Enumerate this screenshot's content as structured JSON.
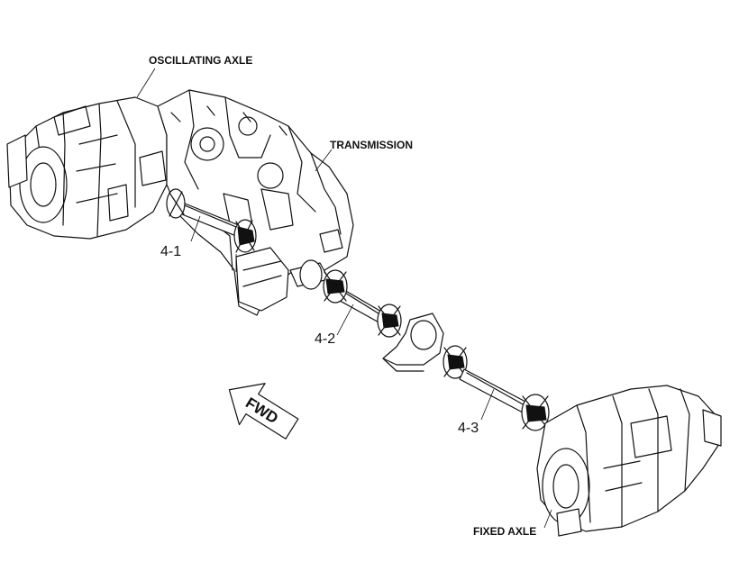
{
  "labels": {
    "oscillating_axle": "OSCILLATING AXLE",
    "transmission": "TRANSMISSION",
    "fixed_axle": "FIXED AXLE",
    "shaft_1": "4-1",
    "shaft_2": "4-2",
    "shaft_3": "4-3",
    "forward_arrow": "FWD"
  },
  "colors": {
    "ink": "#111111",
    "background": "#ffffff"
  }
}
